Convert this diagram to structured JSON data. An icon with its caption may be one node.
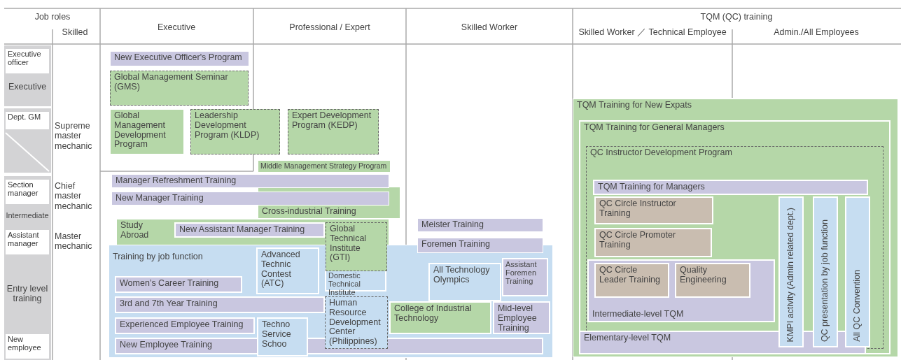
{
  "diagram": {
    "nodes": [
      {
        "text": [
          "New Executive Officer's Program"
        ]
      },
      {
        "text": [
          "Global Management Seminar (GMS)"
        ]
      },
      {
        "text": [
          "Global Management Development Program"
        ]
      },
      {
        "text": [
          "Leadership Development Program (KLDP)"
        ]
      },
      {
        "text": [
          "Expert Development Program (KEDP)"
        ]
      },
      {
        "text": [
          "Middle Management Strategy Program"
        ]
      },
      {
        "text": [
          "Manager Refreshment Training"
        ]
      },
      {
        "text": [
          "New Manager Training"
        ]
      },
      {
        "text": [
          "Cross-industrial Training"
        ]
      },
      {
        "text": [
          "Study Abroad"
        ]
      },
      {
        "text": [
          "New Assistant Manager Training"
        ],
        "in": 9
      },
      {
        "text": [
          "Global Technical Institute (GTI)"
        ]
      },
      {
        "text": [
          "Training by job function"
        ]
      },
      {
        "text": [
          "Advanced Technic Contest (ATC)"
        ],
        "in": 12
      },
      {
        "text": [
          "Women’s Career Training"
        ],
        "in": 12
      },
      {
        "text": [
          "Domestic Technical Institute"
        ],
        "in": 12
      },
      {
        "text": [
          "3rd and 7th Year Training"
        ],
        "in": 12
      },
      {
        "text": [
          "Human Resource Development Center (Philippines)"
        ],
        "in": 12
      },
      {
        "text": [
          "Experienced Employee Training"
        ],
        "in": 12
      },
      {
        "text": [
          "Techno Service Schoo"
        ],
        "in": 12
      },
      {
        "text": [
          "New Employee Training"
        ],
        "in": 12
      },
      {
        "text": [
          "Meister Training"
        ]
      },
      {
        "text": [
          "Foremen Training"
        ]
      },
      {
        "text": [
          "All Technology Olympics"
        ],
        "in": 12
      },
      {
        "text": [
          "Assistant Foremen Training"
        ],
        "in": 12
      },
      {
        "text": [
          "College of Industrial Technology"
        ],
        "in": 12
      },
      {
        "text": [
          "Mid-level Employee Training"
        ],
        "in": 12
      },
      {
        "text": [
          "TQM Training for New Expats"
        ]
      },
      {
        "text": [
          "TQM Training for General Managers"
        ],
        "in": 27
      },
      {
        "text": [
          "QC Instructor Development Program"
        ],
        "in": 28
      },
      {
        "text": [
          "TQM Training for Managers"
        ],
        "in": 29
      },
      {
        "text": [
          "QC Circle Instructor Training"
        ],
        "in": 29
      },
      {
        "text": [
          "QC Circle Promoter Training"
        ],
        "in": 29
      },
      {
        "text": [
          "Intermediate-level TQM"
        ],
        "in": 29
      },
      {
        "text": [
          "QC Circle Leader Training"
        ],
        "in": 33
      },
      {
        "text": [
          "Quality Engineering"
        ],
        "in": 33
      },
      {
        "text": [
          "Elementary-level TQM"
        ],
        "in": 28
      },
      {
        "text": [
          "KMPI activity (Admin related dept.)"
        ],
        "in": 29
      },
      {
        "text": [
          "QC presentation by job function"
        ],
        "in": 29
      },
      {
        "text": [
          "All QC Convention"
        ],
        "in": 29
      },
      {
        "text": [
          "Executive officer"
        ]
      },
      {
        "text": [
          "Dept. GM"
        ]
      },
      {
        "text": [
          "Section manager"
        ]
      },
      {
        "text": [
          "Assistant manager"
        ]
      },
      {
        "text": [
          "New employee"
        ]
      }
    ],
    "labels": [
      "Job roles",
      "Skilled",
      "Executive",
      "Professional / Expert",
      "Skilled Worker",
      "TQM (QC) training",
      "Skilled Worker ／ Technical Employee",
      "Admin./All Employees",
      "Executive",
      "Supreme master mechanic",
      "Intermediate",
      "Chief master mechanic",
      "Master mechanic",
      "Entry level training"
    ]
  }
}
